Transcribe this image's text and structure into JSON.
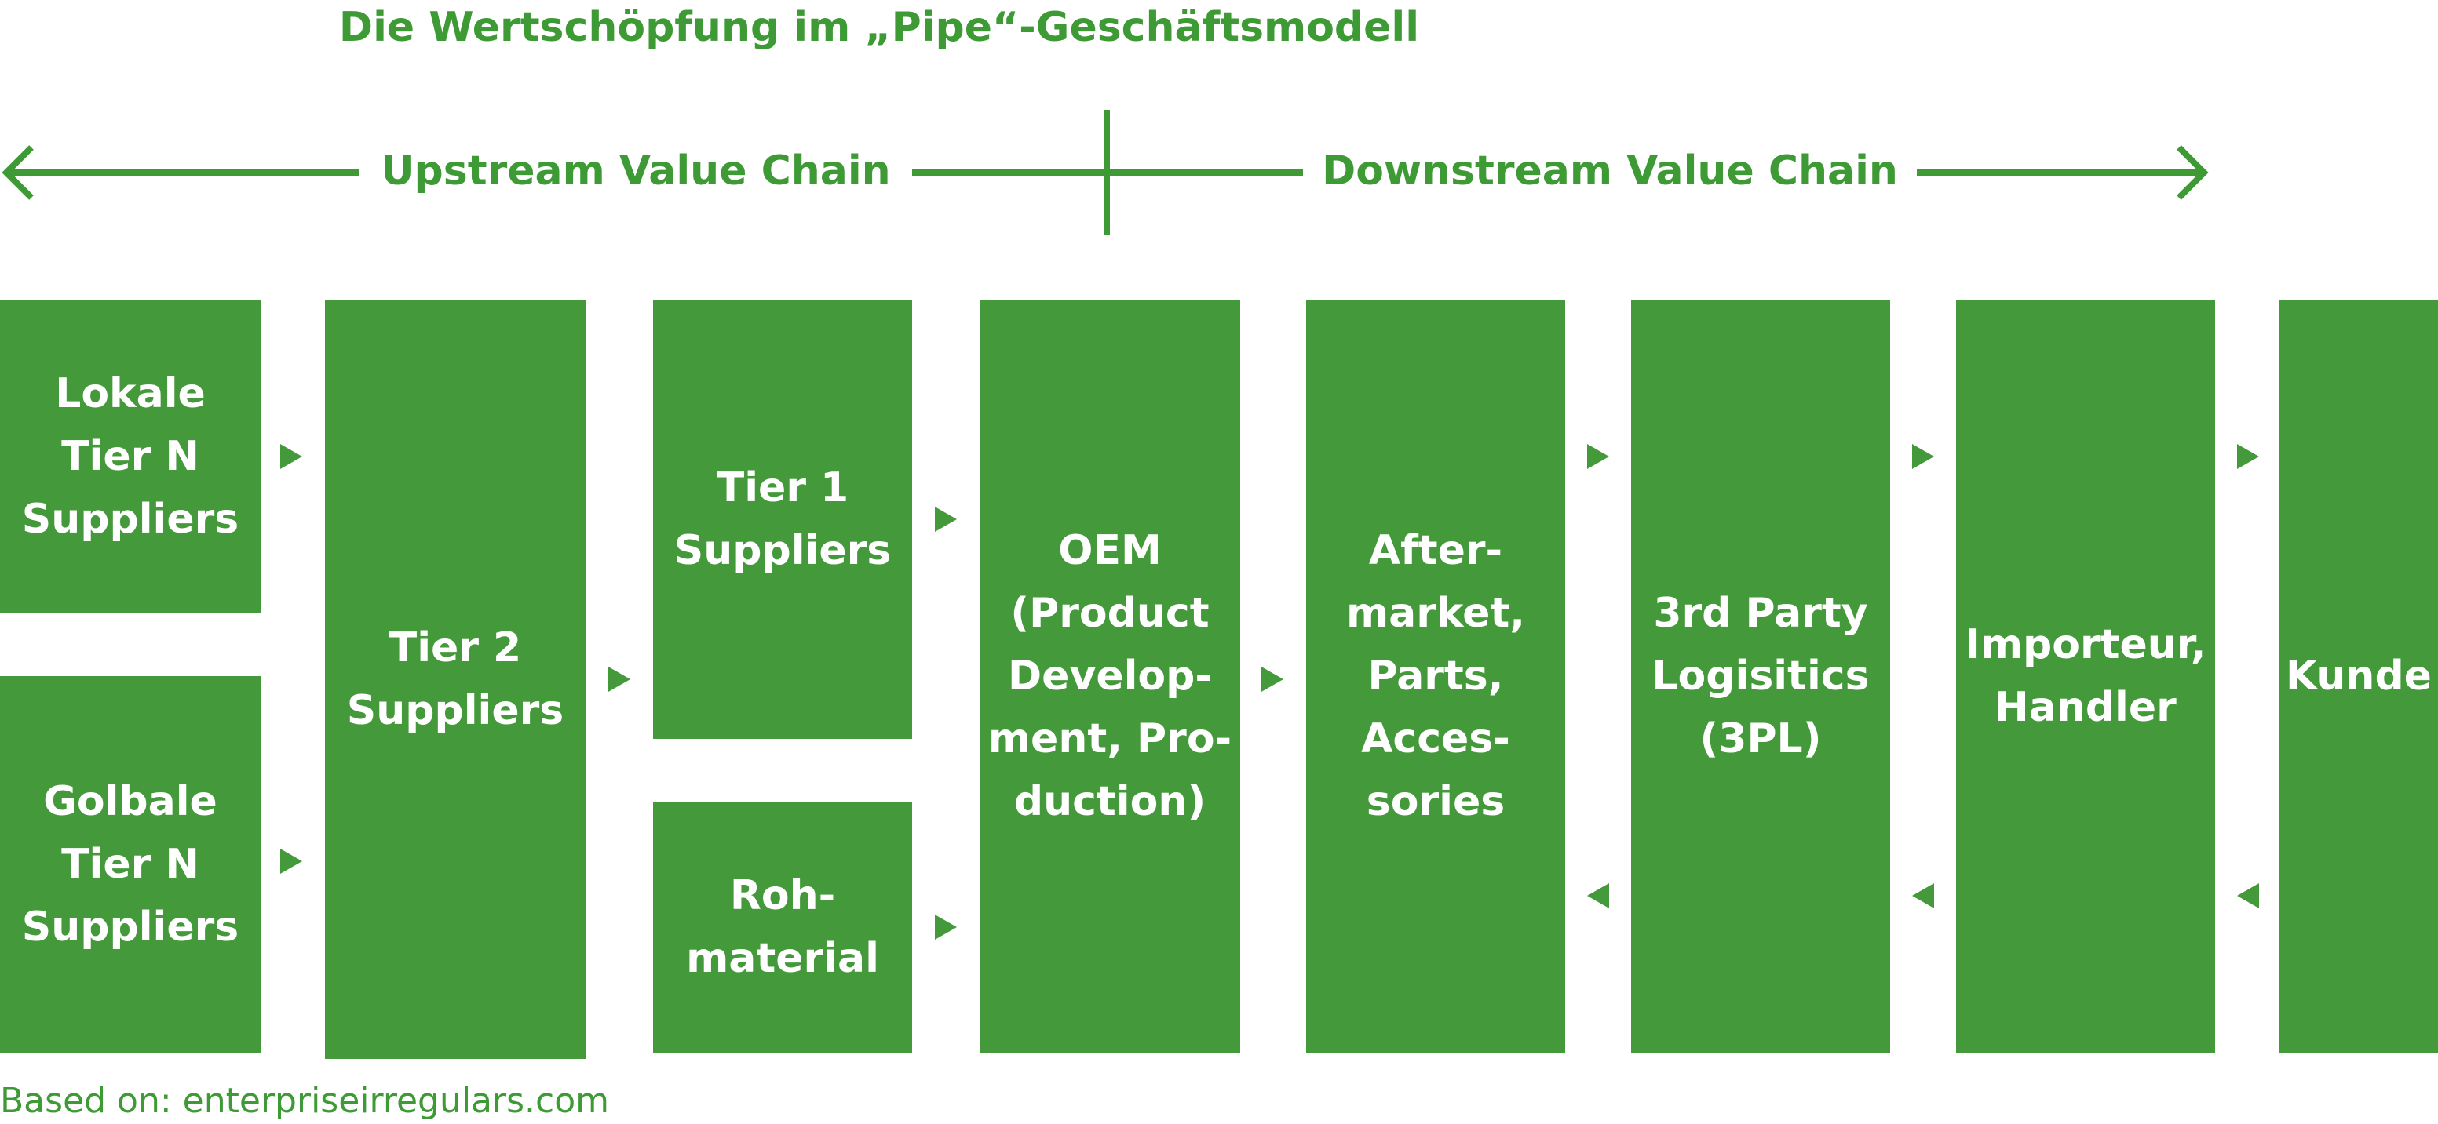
{
  "title": "Die Wertschöpfung im „Pipe“-Geschäftsmodell",
  "upstream_label": "Upstream Value Chain",
  "downstream_label": "Downstream Value Chain",
  "colors": {
    "accent": "#3d9a34",
    "box_fill": "#44993a",
    "box_text": "#ffffff"
  },
  "boxes": {
    "lokale": "Lokale\nTier N\nSuppliers",
    "globale": "Golbale\nTier N\nSuppliers",
    "tier2": "Tier 2\nSuppliers",
    "tier1": "Tier 1\nSuppliers",
    "roh": "Roh-\nmaterial",
    "oem": "OEM\n(Product\nDevelop-\nment, Pro-\nduction)",
    "aftermarket": "After-\nmarket,\nParts,\nAcces-\nsories",
    "logistics": "3rd Party\nLogisitics\n(3PL)",
    "importeur": "Importeur,\nHandler",
    "kunde": "Kunde"
  },
  "source": "Based on: enterpriseirregulars.com"
}
